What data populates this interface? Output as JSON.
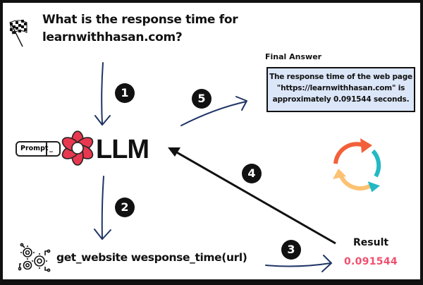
{
  "question": {
    "line1": "What is the response time for",
    "line2": "learnwithhasan.com?"
  },
  "steps": [
    "1",
    "2",
    "3",
    "4",
    "5"
  ],
  "final_answer": {
    "title": "Final Answer",
    "line1": "The response time of the web page",
    "line2": "\"https://learnwithhasan.com\" is",
    "line3": "approximately 0.091544 seconds."
  },
  "prompt": {
    "label": "Prompt",
    "cursor": "_"
  },
  "llm_label": "LLM",
  "function_call": "get_website wesponse_time(url)",
  "result": {
    "label": "Result",
    "value": "0.091544"
  },
  "colors": {
    "arrow_blue": "#1f3566",
    "llm_logo_red": "#e8384f",
    "result_value": "#f0506e",
    "answer_box_bg": "#dbe6f8",
    "cycle_orange": "#f2603a",
    "cycle_teal": "#23b9c4",
    "cycle_yellow": "#fcc273"
  },
  "icons": [
    "checkered-flag-icon",
    "llm-logo-icon",
    "gears-icon",
    "cycle-arrows-icon"
  ]
}
